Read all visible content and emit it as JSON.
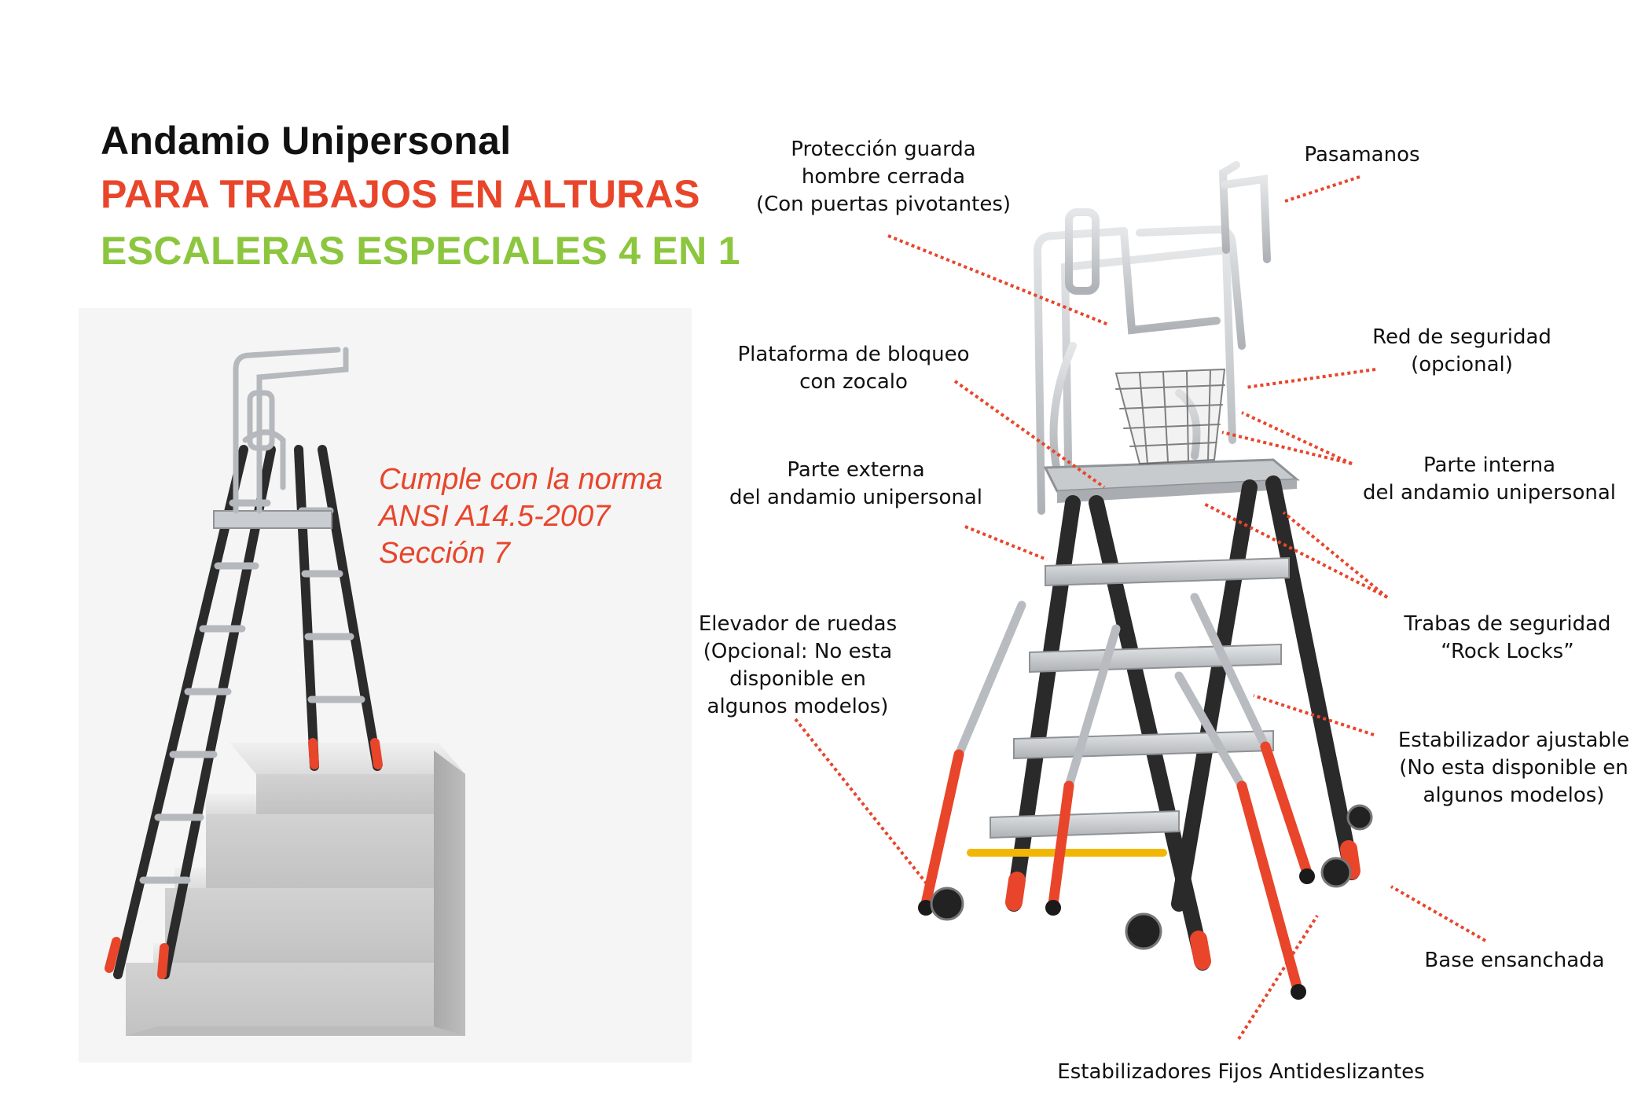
{
  "headline": {
    "line1": "Andamio Unipersonal",
    "line2": "PARA TRABAJOS EN ALTURAS",
    "line3": "ESCALERAS ESPECIALES 4 EN 1"
  },
  "compliance": {
    "line1": "Cumple con la norma",
    "line2": "ANSI A14.5-2007",
    "line3": "Sección 7"
  },
  "labels": {
    "proteccion": [
      "Protección guarda",
      "hombre cerrada",
      "(Con puertas pivotantes)"
    ],
    "pasamanos": [
      "Pasamanos"
    ],
    "plataforma": [
      "Plataforma de bloqueo",
      "con zocalo"
    ],
    "red": [
      "Red de seguridad",
      "(opcional)"
    ],
    "externa": [
      "Parte externa",
      "del andamio unipersonal"
    ],
    "interna": [
      "Parte interna",
      "del andamio unipersonal"
    ],
    "elevador": [
      "Elevador de ruedas",
      "(Opcional: No esta",
      "disponible en",
      "algunos modelos)"
    ],
    "trabas": [
      "Trabas de seguridad",
      "“Rock Locks”"
    ],
    "estabilizador": [
      "Estabilizador ajustable",
      "(No esta disponible en",
      "algunos modelos)"
    ],
    "base": [
      "Base ensanchada"
    ],
    "fijos": [
      "Estabilizadores Fijos Antideslizantes"
    ]
  },
  "colors": {
    "accent_red": "#e8452b",
    "accent_green": "#8cc63f",
    "leader_dots": "#e8452b",
    "ladder_black": "#2a2a2a",
    "aluminum": "#c4c8cc"
  }
}
